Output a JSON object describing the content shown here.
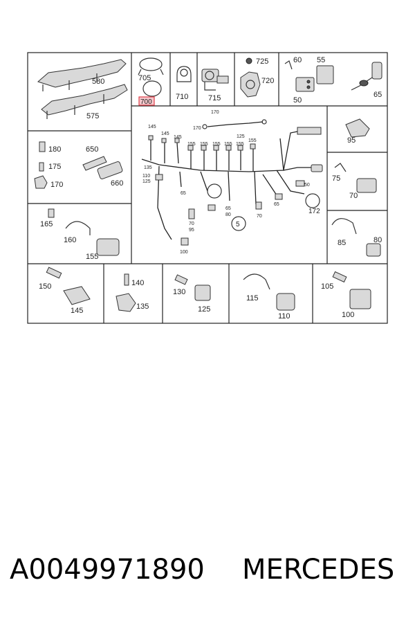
{
  "footer": {
    "part_number": "A0049971890",
    "brand": "MERCEDES"
  },
  "colors": {
    "highlight": "#e0404a",
    "highlight_fill": "#f4c7cb"
  },
  "callouts": {
    "c580": "580",
    "c575": "575",
    "c705": "705",
    "c700": "700",
    "c710": "710",
    "c715": "715",
    "c725": "725",
    "c720": "720",
    "c60": "60",
    "c55": "55",
    "c50": "50",
    "c65": "65",
    "c180": "180",
    "c175": "175",
    "c170": "170",
    "c650": "650",
    "c660": "660",
    "c95": "95",
    "c75": "75",
    "c70": "70",
    "c165": "165",
    "c160": "160",
    "c155": "155",
    "c85": "85",
    "c80": "80",
    "c150": "150",
    "c145": "145",
    "c140": "140",
    "c135": "135",
    "c130": "130",
    "c125": "125",
    "c115": "115",
    "c110": "110",
    "c105": "105",
    "c100": "100"
  },
  "harness": {
    "h170a": "170",
    "h170b": "170",
    "h125": "125",
    "h145a": "145",
    "h145b": "145",
    "h145c": "145",
    "h155a": "155",
    "h155b": "155",
    "h155c": "155",
    "h155d": "155",
    "h155e": "155",
    "h155f": "155",
    "h155g": "155",
    "h135": "135",
    "h110": "110",
    "h125b": "125",
    "h65a": "65",
    "h65b": "65",
    "h80": "80",
    "h70a": "70",
    "h95": "95",
    "h70b": "70",
    "h65c": "65",
    "h50": "50",
    "h172": "172",
    "h5": "5",
    "h100": "100"
  }
}
